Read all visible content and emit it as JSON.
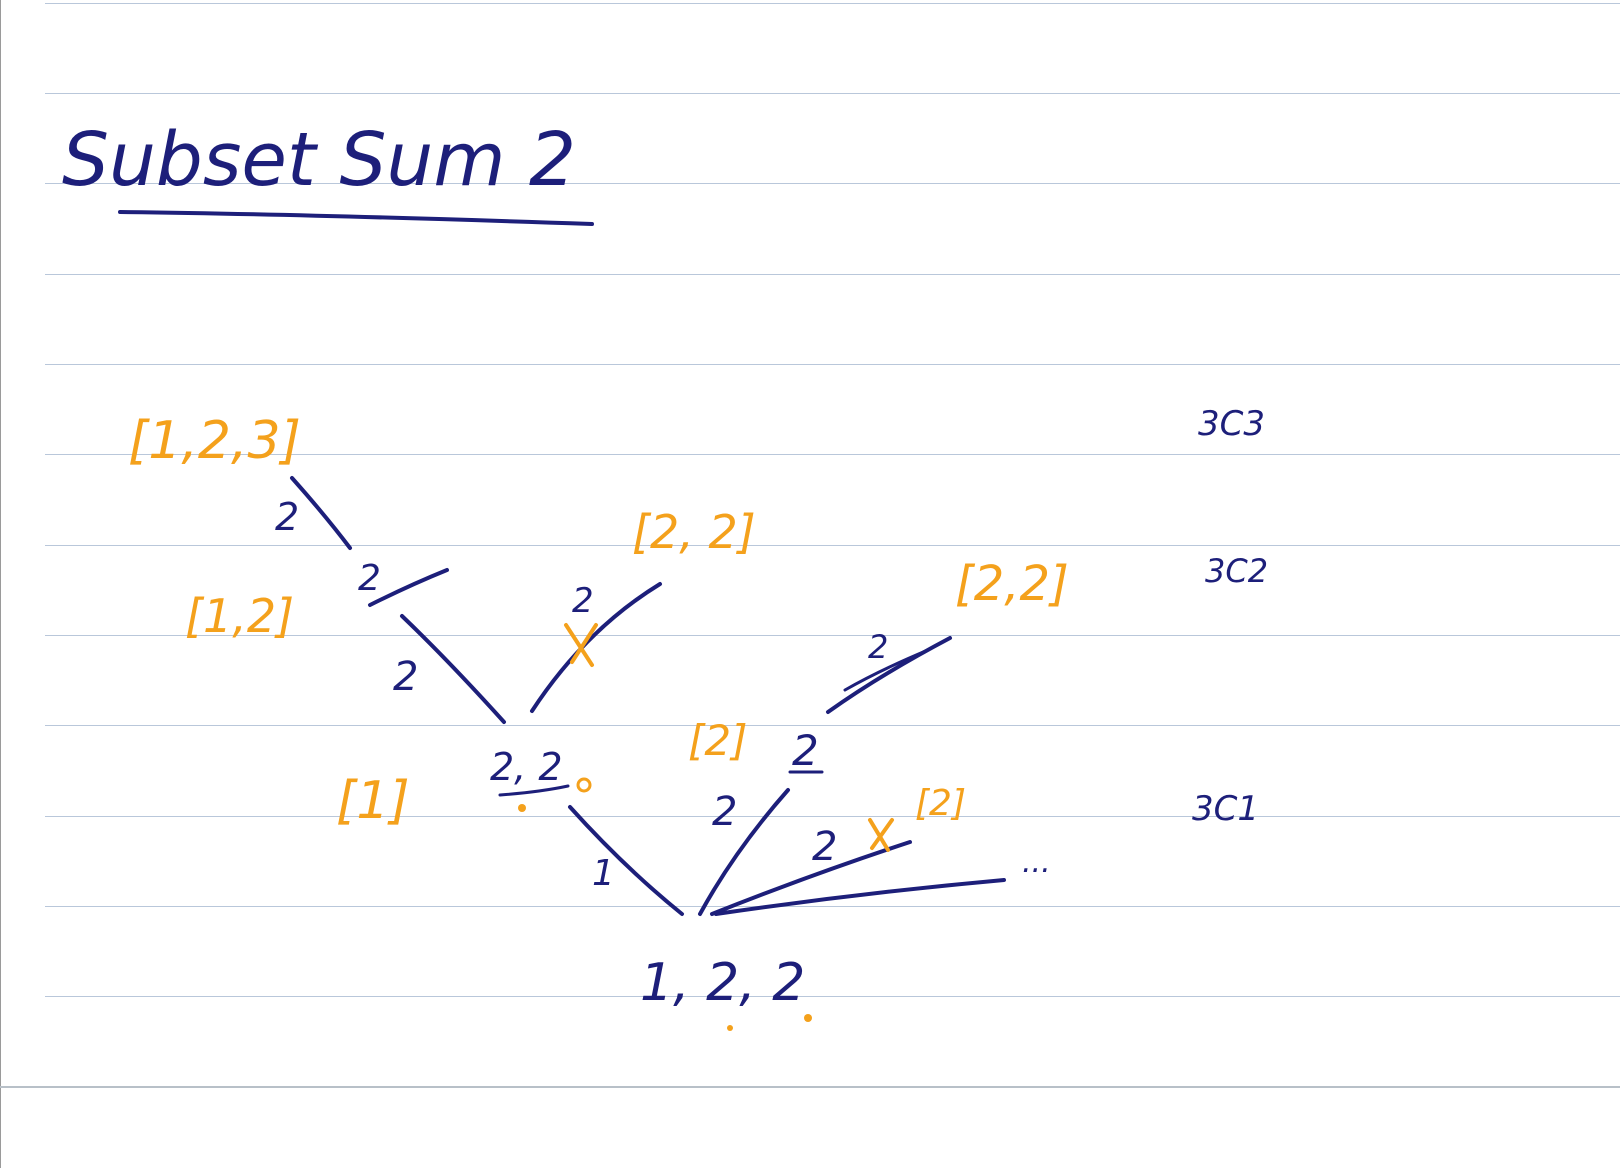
{
  "title": "Subset Sum 2",
  "root": "1, 2, 2",
  "nodes": {
    "mid_left": "2, 2",
    "mid_right": "2",
    "ellipsis": "..."
  },
  "edge_labels": {
    "root_to_mid_left": "1",
    "root_to_mid_right": "2",
    "root_to_third": "2",
    "mid_left_to_left": "2",
    "mid_left_to_right": "2",
    "mid_right_to_top": "2",
    "left_branch_top": "2",
    "upper_left": "2"
  },
  "subsets": {
    "s1": "[1]",
    "s12": "[1,2]",
    "s123": "[1,2,3]",
    "s22_top": "[2, 2]",
    "s22_right": "[2,2]",
    "s2_mid": "[2]",
    "s2_small": "[2]"
  },
  "combinatorics": {
    "c3": "3C3",
    "c2": "3C2",
    "c1": "3C1"
  },
  "colors": {
    "navy_ink": "#1d1f7a",
    "orange_ink": "#f4a11c",
    "ruled_line": "#b9c7da"
  }
}
